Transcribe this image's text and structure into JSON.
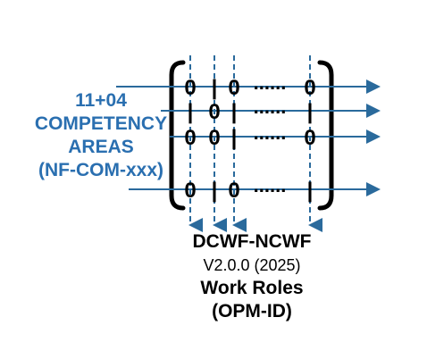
{
  "left_label": {
    "line1": "11+04",
    "line2": "COMPETENCY",
    "line3": "AREAS",
    "line4": "(NF-COM-xxx)"
  },
  "bottom_label": {
    "line1": "DCWF-NCWF",
    "line2": "V2.0.0 (2025)",
    "line3": "Work Roles",
    "line4": "(OPM-ID)"
  },
  "matrix": {
    "ellipsis": "......",
    "rows": [
      [
        "0",
        "|",
        "0",
        "0"
      ],
      [
        "|",
        "0",
        "|",
        "|"
      ],
      [
        "0",
        "0",
        "|",
        "0"
      ],
      [
        "0",
        "|",
        "0",
        "|"
      ]
    ]
  },
  "colors": {
    "accent_blue": "#2a6fb0",
    "arrow_blue": "#2a6a9c",
    "text_black": "#000000"
  }
}
